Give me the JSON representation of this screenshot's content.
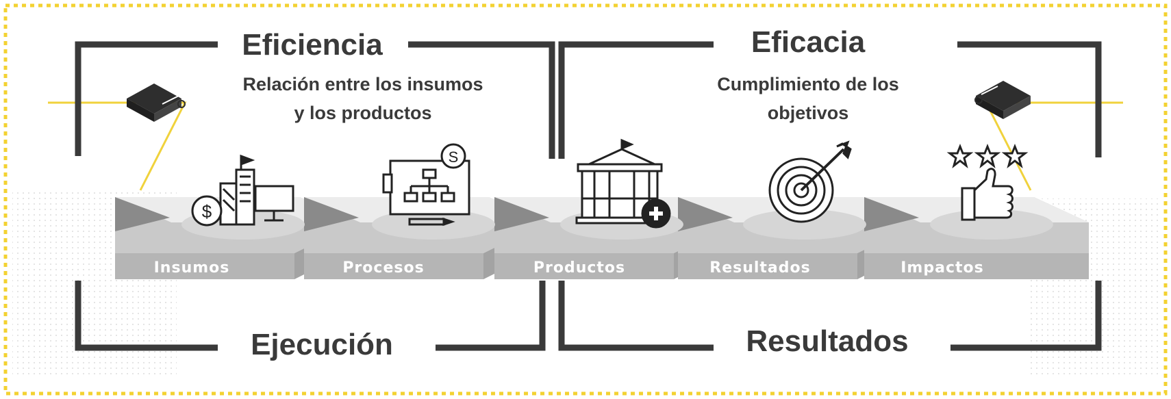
{
  "title": "",
  "groups": {
    "top_left": {
      "title": "Eficiencia",
      "subtitle_line1": "Relación entre los insumos",
      "subtitle_line2": "y los productos"
    },
    "top_right": {
      "title": "Eficacia",
      "subtitle_line1": "Cumplimiento de los",
      "subtitle_line2": "objetivos"
    },
    "bottom_left": {
      "title": "Ejecución"
    },
    "bottom_right": {
      "title": "Resultados"
    }
  },
  "stages": [
    {
      "label": "Insumos",
      "icon": "buildings-dollar-computer-icon"
    },
    {
      "label": "Procesos",
      "icon": "flowchart-board-icon"
    },
    {
      "label": "Productos",
      "icon": "government-building-plus-icon"
    },
    {
      "label": "Resultados",
      "icon": "target-arrow-icon"
    },
    {
      "label": "Impactos",
      "icon": "thumbs-up-stars-icon"
    }
  ],
  "colors": {
    "frame_dashed": "#f3d232",
    "bracket": "#3a3a3a",
    "accent_yellow": "#f0d23c",
    "arrow_body": "#c9c9c9",
    "arrow_top": "#ececec",
    "label_strip": "#b5b5b5"
  }
}
